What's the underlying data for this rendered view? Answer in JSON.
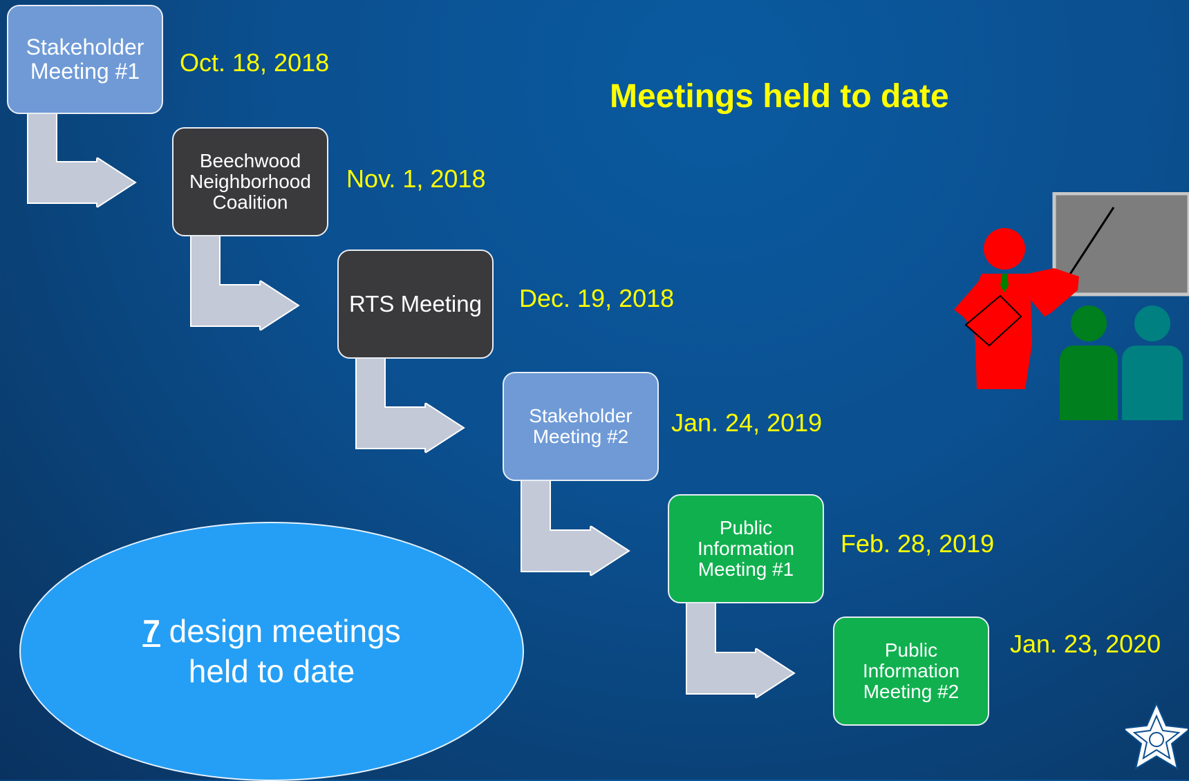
{
  "title": "Meetings held to date",
  "meetings": [
    {
      "label": "Stakeholder Meeting #1",
      "date": "Oct. 18, 2018",
      "style": "light"
    },
    {
      "label": "Beechwood Neighborhood Coalition",
      "date": "Nov. 1, 2018",
      "style": "dark"
    },
    {
      "label": "RTS Meeting",
      "date": "Dec. 19, 2018",
      "style": "dark"
    },
    {
      "label": "Stakeholder Meeting #2",
      "date": "Jan. 24, 2019",
      "style": "light"
    },
    {
      "label": "Public Information Meeting #1",
      "date": "Feb. 28, 2019",
      "style": "green"
    },
    {
      "label": "Public Information Meeting #2",
      "date": "Jan. 23, 2020",
      "style": "green"
    }
  ],
  "summary": {
    "count": "7",
    "text_line1": " design meetings",
    "text_line2": "held to date"
  },
  "colors": {
    "background": "#0b4f8f",
    "date_text": "#ffff00",
    "box_light": "#6f9ad6",
    "box_dark": "#3a3a3c",
    "box_green": "#10b04f",
    "arrow": "#c3c9d6",
    "ellipse": "#259ff5"
  },
  "icons": {
    "presenter": "presenter-icon",
    "logo": "city-logo-icon"
  }
}
